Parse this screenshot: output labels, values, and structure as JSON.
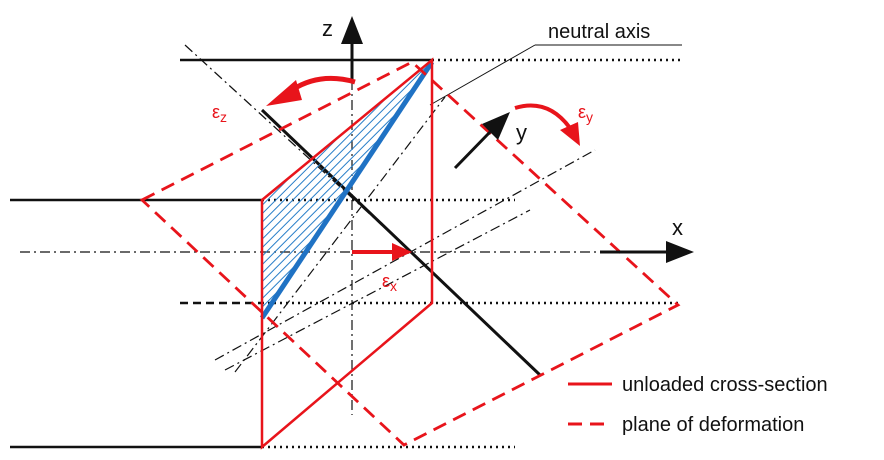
{
  "labels": {
    "z_axis": "z",
    "y_axis": "y",
    "x_axis": "x",
    "neutral_axis": "neutral axis",
    "eps_z": "εz",
    "eps_y": "εy",
    "eps_x": "εx"
  },
  "legend": {
    "solid": "unloaded cross-section",
    "dashed": "plane of deformation"
  },
  "colors": {
    "red": "#e8141b",
    "blue": "#1f72c4",
    "black": "#111111",
    "hatch": "#2a7fc9"
  }
}
